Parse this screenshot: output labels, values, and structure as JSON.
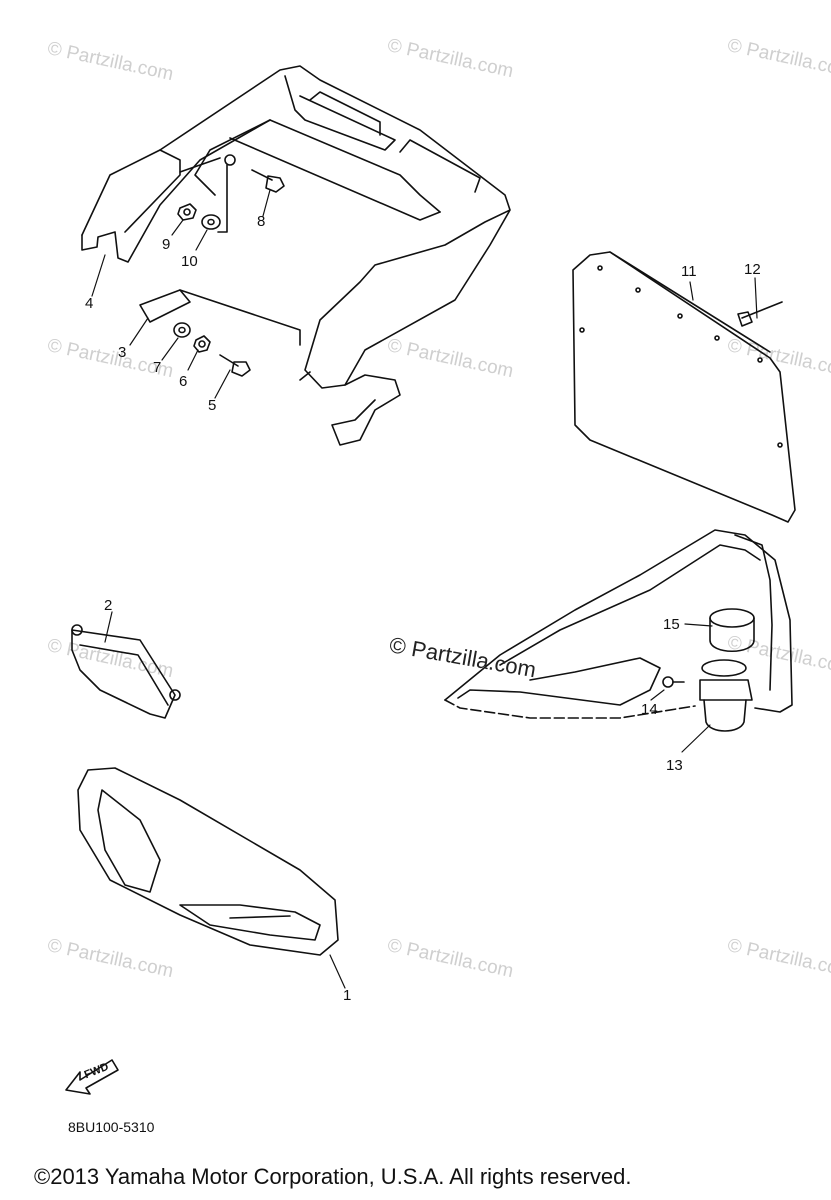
{
  "diagram": {
    "watermark": "© Partzilla.com",
    "center_watermark": "© Partzilla.com",
    "callouts": {
      "p1": "1",
      "p2": "2",
      "p3": "3",
      "p4": "4",
      "p5": "5",
      "p6": "6",
      "p7": "7",
      "p8": "8",
      "p9": "9",
      "p10": "10",
      "p11": "11",
      "p12": "12",
      "p13": "13",
      "p14": "14",
      "p15": "15"
    },
    "fwd_label": "FWD",
    "diagram_code": "8BU100-5310",
    "copyright": "©2013  Yamaha Motor Corporation, U.S.A. All rights reserved."
  }
}
